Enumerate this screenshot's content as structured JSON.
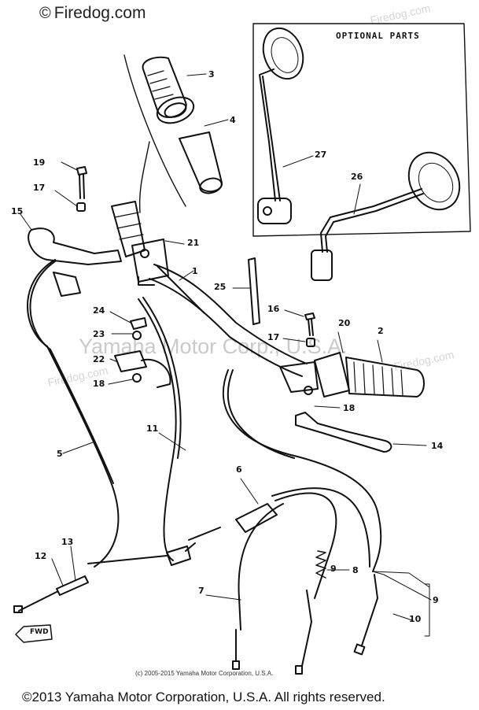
{
  "watermark": {
    "top_text": "Firedog.com",
    "copyright_symbol": "©",
    "center_text": "Yamaha Motor Corp., U.S.A.",
    "side_text_1": "Firedog.com",
    "side_text_2": "Firedog.com",
    "side_text_3": "Firedog.com"
  },
  "diagram": {
    "optional_parts_label": "OPTIONAL  PARTS",
    "fwd_label": "FWD",
    "callouts": {
      "c1": "1",
      "c2": "2",
      "c3": "3",
      "c4": "4",
      "c5": "5",
      "c6": "6",
      "c7": "7",
      "c8": "8",
      "c9": "9",
      "c9b": "9",
      "c10": "10",
      "c11": "11",
      "c12": "12",
      "c13": "13",
      "c14": "14",
      "c15": "15",
      "c16": "16",
      "c17a": "17",
      "c17b": "17",
      "c18a": "18",
      "c18b": "18",
      "c19": "19",
      "c20": "20",
      "c21": "21",
      "c22": "22",
      "c23": "23",
      "c24": "24",
      "c25": "25",
      "c26": "26",
      "c27": "27"
    }
  },
  "caption_small": "(c) 2005-2015 Yamaha Motor Corporation, U.S.A.",
  "footer": "©2013 Yamaha Motor Corporation, U.S.A. All rights reserved."
}
